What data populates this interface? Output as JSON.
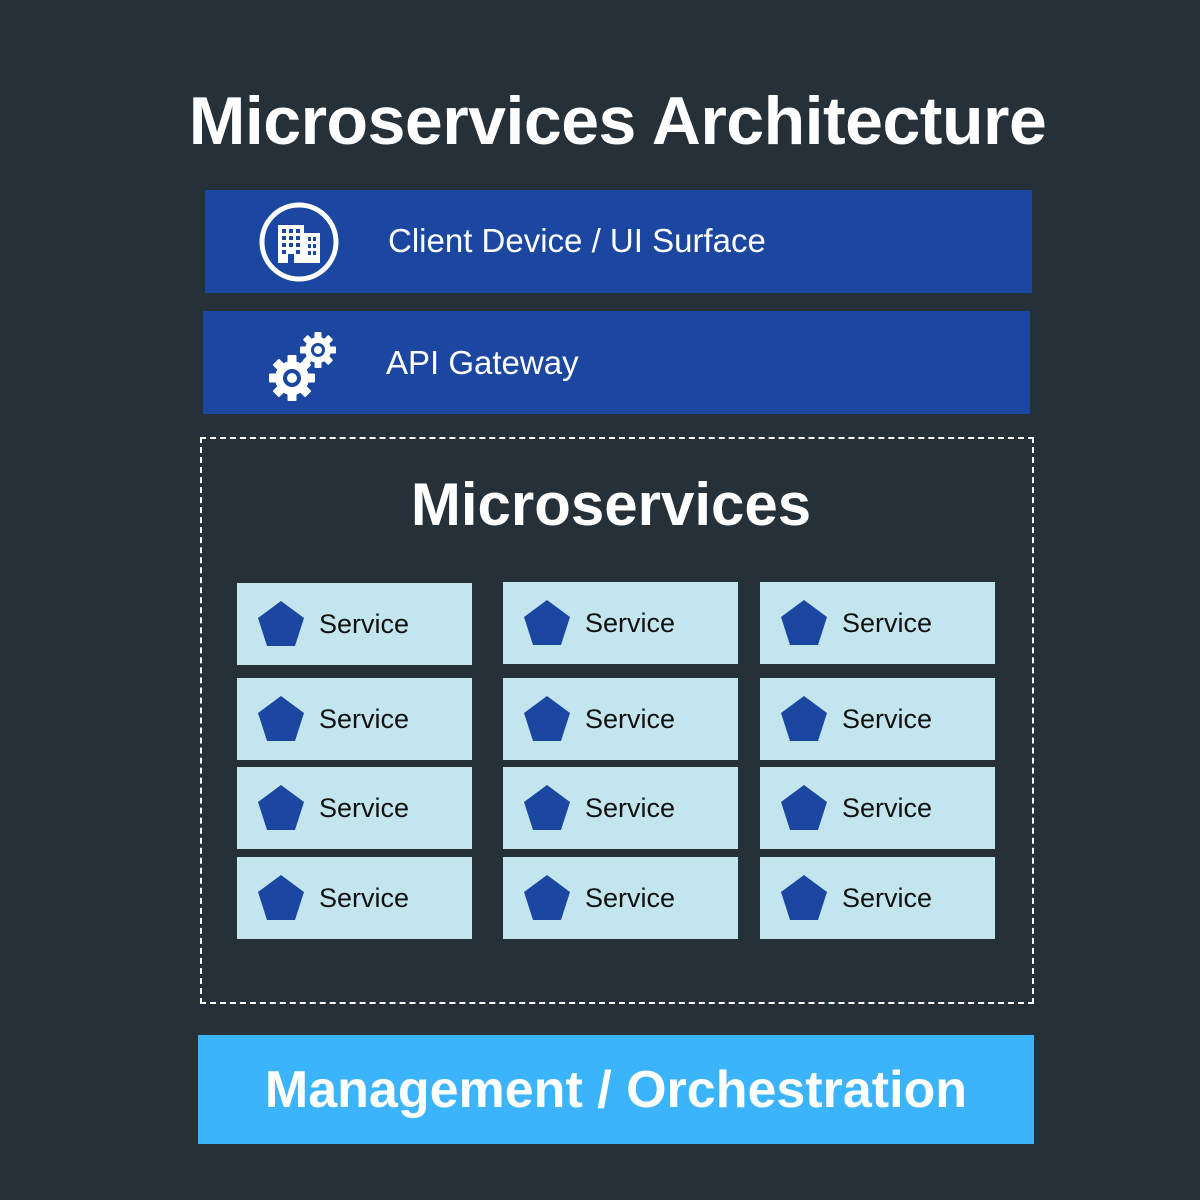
{
  "title": "Microservices Architecture",
  "layers": {
    "client": {
      "label": "Client Device / UI Surface",
      "icon": "building-icon"
    },
    "gateway": {
      "label": "API Gateway",
      "icon": "gears-icon"
    },
    "management": {
      "label": "Management / Orchestration"
    }
  },
  "microservices": {
    "title": "Microservices",
    "service_label": "Service",
    "service_icon": "pentagon-icon",
    "columns": 3,
    "rows": 4,
    "count": 12
  },
  "colors": {
    "background": "#253038",
    "layer_blue": "#1b47a1",
    "service_fill": "#c3e6ee",
    "pentagon": "#1b47a1",
    "management": "#3bb4fb"
  }
}
